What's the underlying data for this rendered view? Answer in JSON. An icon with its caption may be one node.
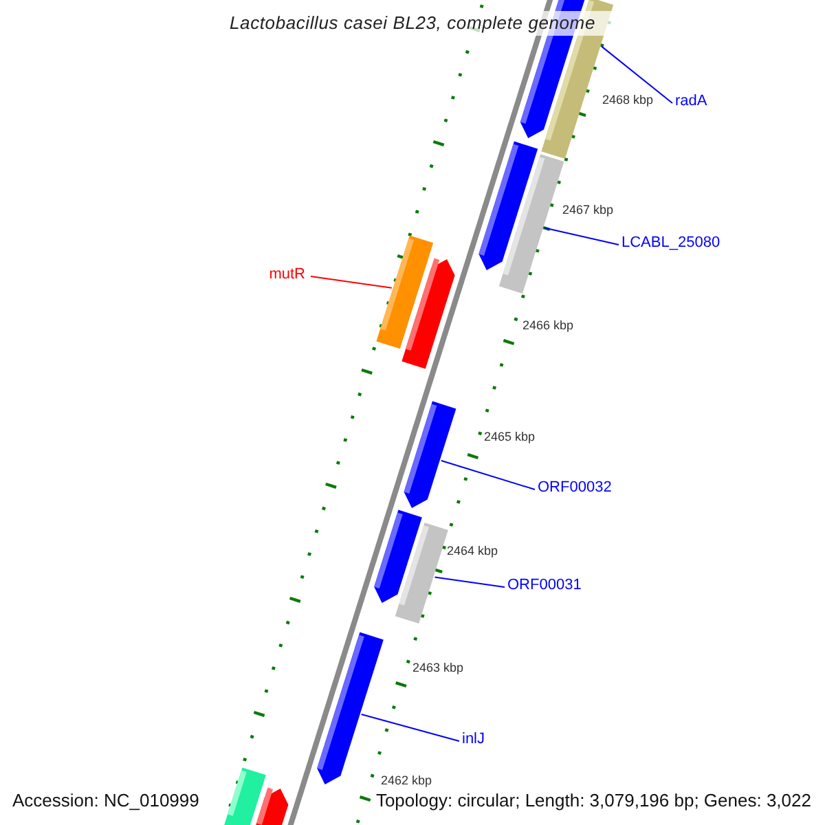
{
  "diagram": {
    "title": "Lactobacillus casei BL23, complete genome",
    "nodes": [
      {
        "text": [
          "radA"
        ]
      },
      {
        "text": [],
        "shape": "bar"
      },
      {
        "text": [
          "LCABL_25080"
        ]
      },
      {
        "text": [],
        "shape": "bar"
      },
      {
        "text": [
          "mutR"
        ]
      },
      {
        "text": [],
        "shape": "bar"
      },
      {
        "text": [
          "ORF00032"
        ]
      },
      {
        "text": [],
        "shape": "arrow"
      },
      {
        "text": [
          "ORF00031"
        ]
      },
      {
        "text": [],
        "shape": "bar"
      },
      {
        "text": [
          "inlJ"
        ]
      },
      {
        "text": [],
        "shape": "arrow"
      },
      {
        "text": [],
        "shape": "arrow"
      },
      {
        "text": [],
        "shape": "arrow"
      },
      {
        "text": [],
        "shape": "arrow"
      },
      {
        "text": [],
        "shape": "arrow"
      },
      {
        "text": [],
        "shape": "bar"
      },
      {
        "text": [],
        "shape": "arrow"
      }
    ],
    "edges": [
      {
        "from": 0,
        "to": 1,
        "arrow": "none"
      },
      {
        "from": 2,
        "to": 3,
        "arrow": "none"
      },
      {
        "from": 4,
        "to": 5,
        "arrow": "none",
        "color": "#ff0000"
      },
      {
        "from": 6,
        "to": 7,
        "arrow": "none"
      },
      {
        "from": 8,
        "to": 9,
        "arrow": "none"
      },
      {
        "from": 10,
        "to": 11,
        "arrow": "none"
      }
    ],
    "labels": [
      "2468 kbp",
      "2467 kbp",
      "2466 kbp",
      "2465 kbp",
      "2464 kbp",
      "2463 kbp",
      "2462 kbp",
      "Accession: NC_010999",
      "Topology: circular; Length: 3,079,196 bp; Genes: 3,022"
    ]
  }
}
